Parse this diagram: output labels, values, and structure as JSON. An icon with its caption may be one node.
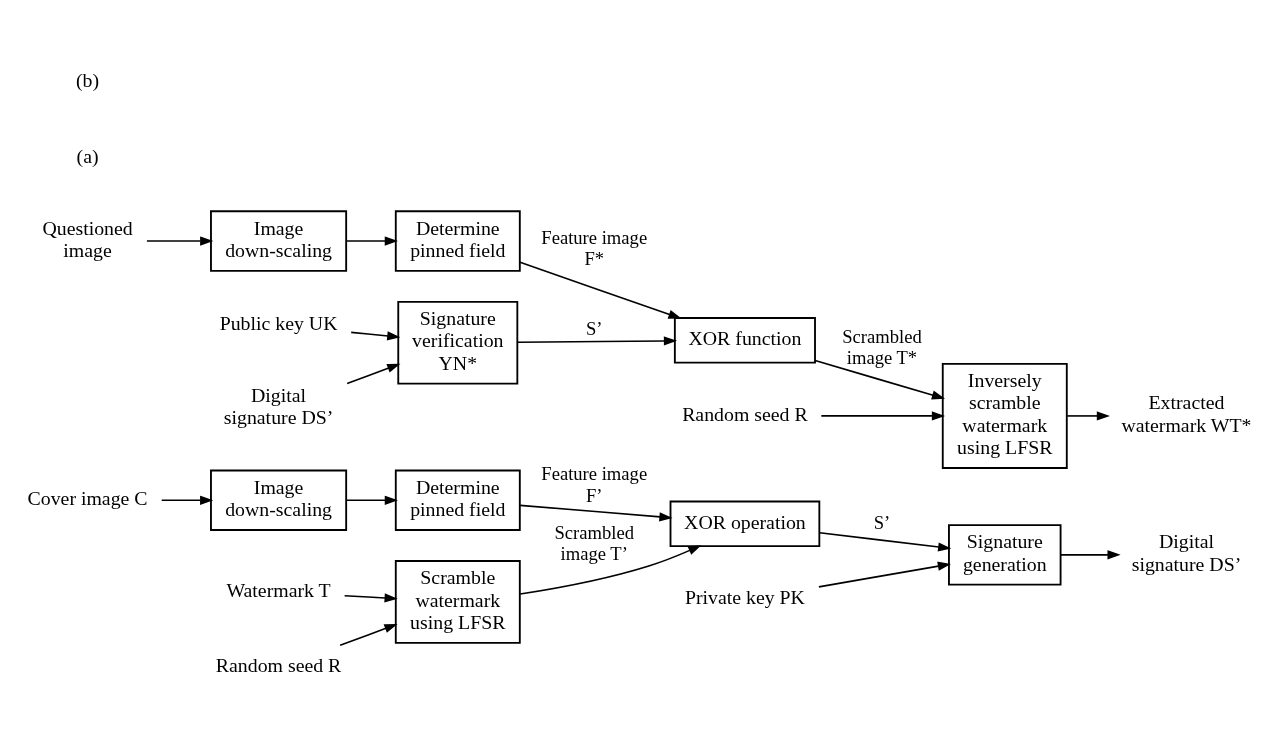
{
  "diagram": {
    "nodes": [
      {
        "text": [
          "Cover image C"
        ]
      },
      {
        "text": [
          "Image down-scaling"
        ]
      },
      {
        "text": [
          "Determine pinned field"
        ]
      },
      {
        "text": [
          "XOR operation"
        ]
      },
      {
        "text": [
          "Signature generation"
        ]
      },
      {
        "text": [
          "Private key PK"
        ]
      },
      {
        "text": [
          "Digital signature DS’"
        ]
      },
      {
        "text": [
          "Watermark T"
        ]
      },
      {
        "text": [
          "Random seed R"
        ]
      },
      {
        "text": [
          "Scramble watermark using LFSR"
        ]
      },
      {
        "text": [
          "Questioned image"
        ]
      },
      {
        "text": [
          "Image down-scaling"
        ]
      },
      {
        "text": [
          "Determine pinned field"
        ]
      },
      {
        "text": [
          "XOR function"
        ]
      },
      {
        "text": [
          "Signature verification YN*"
        ]
      },
      {
        "text": [
          "Public key UK"
        ]
      },
      {
        "text": [
          "Digital signature DS’"
        ]
      },
      {
        "text": [
          "Inversely scramble watermark using LFSR"
        ]
      },
      {
        "text": [
          "Extracted watermark WT*"
        ]
      },
      {
        "text": [
          "Random seed R"
        ]
      }
    ],
    "edges": [
      {
        "from": 0,
        "to": 1,
        "arrow": "to"
      },
      {
        "from": 1,
        "to": 2,
        "arrow": "to"
      },
      {
        "from": 2,
        "to": 3,
        "arrow": "to",
        "label": "Feature image F’"
      },
      {
        "from": 3,
        "to": 4,
        "arrow": "to",
        "label": "S’"
      },
      {
        "from": 5,
        "to": 4,
        "arrow": "to"
      },
      {
        "from": 4,
        "to": 6,
        "arrow": "to"
      },
      {
        "from": 7,
        "to": 9,
        "arrow": "to"
      },
      {
        "from": 8,
        "to": 9,
        "arrow": "to"
      },
      {
        "from": 9,
        "to": 3,
        "arrow": "to",
        "label": "Scrambled image T’"
      },
      {
        "from": 10,
        "to": 11,
        "arrow": "to"
      },
      {
        "from": 11,
        "to": 12,
        "arrow": "to"
      },
      {
        "from": 12,
        "to": 13,
        "arrow": "to",
        "label": "Feature image F*"
      },
      {
        "from": 14,
        "to": 13,
        "arrow": "to",
        "label": "S’"
      },
      {
        "from": 15,
        "to": 14,
        "arrow": "to"
      },
      {
        "from": 16,
        "to": 14,
        "arrow": "to"
      },
      {
        "from": 13,
        "to": 17,
        "arrow": "to",
        "label": "Scrambled image T*"
      },
      {
        "from": 19,
        "to": 17,
        "arrow": "to"
      },
      {
        "from": 17,
        "to": 18,
        "arrow": "to"
      }
    ],
    "labels": [
      "(a)",
      "(b)"
    ]
  }
}
